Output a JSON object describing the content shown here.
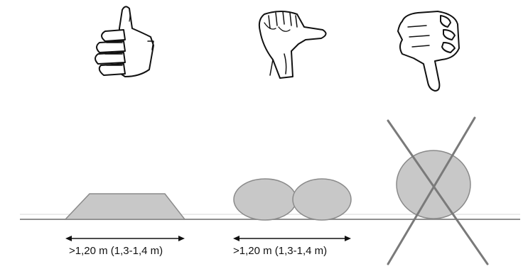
{
  "measurements": [
    {
      "label": ">1,20 m (1,3-1,4 m)"
    },
    {
      "label": ">1,20 m (1,3-1,4 m)"
    }
  ],
  "ratings": [
    {
      "icon": "thumbs-up-icon",
      "meaning": "good"
    },
    {
      "icon": "thumb-sideways-icon",
      "meaning": "acceptable"
    },
    {
      "icon": "thumbs-down-icon",
      "meaning": "bad"
    }
  ],
  "colors": {
    "shape_fill": "#c8c8c8",
    "shape_stroke": "#8a8a8a",
    "ground": "#8f8f8f",
    "cross": "#7a7a7a",
    "line": "#111111"
  }
}
